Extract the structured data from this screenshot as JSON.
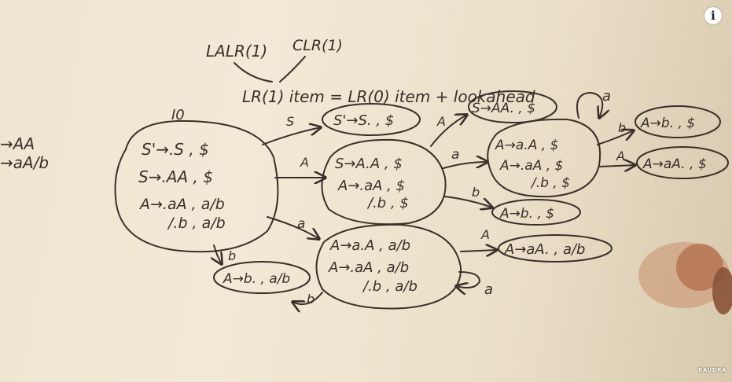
{
  "header": {
    "lalr": "LALR(1)",
    "clr": "CLR(1)",
    "definition": "LR(1) item = LR(0) item + lookahead"
  },
  "grammar": [
    "→AA",
    "→aA/b"
  ],
  "states": {
    "i0": {
      "label": "I0",
      "lines": [
        "S'→.S , $",
        "S→.AA , $",
        "A→.aA , a/b",
        "/.b , a/b"
      ]
    },
    "s_accept": {
      "lines": [
        "S'→S. , $"
      ]
    },
    "s_aa": {
      "lines": [
        "S→A.A , $",
        "A→.aA , $",
        "/.b , $"
      ]
    },
    "s_aaa": {
      "lines": [
        "S→AA. , $"
      ]
    },
    "s_a_dollar": {
      "lines": [
        "A→a.A , $",
        "A→.aA , $",
        "/.b , $"
      ]
    },
    "s_b_dollar_r": {
      "lines": [
        "A→b. , $"
      ]
    },
    "s_aA_dollar": {
      "lines": [
        "A→aA. , $"
      ]
    },
    "s_b_dollar": {
      "lines": [
        "A→b. , $"
      ]
    },
    "s_a_ab": {
      "lines": [
        "A→a.A , a/b",
        "A→.aA , a/b",
        "/.b , a/b"
      ]
    },
    "s_aA_ab": {
      "lines": [
        "A→aA. , a/b"
      ]
    },
    "s_b_ab": {
      "lines": [
        "A→b. , a/b"
      ]
    }
  },
  "transitions": {
    "t_S": "S",
    "t_A_top": "A",
    "t_a_mid": "a",
    "t_b_low": "b",
    "t_A_i3": "A",
    "t_a_i3": "a",
    "t_b_i3": "b",
    "t_a_loop_top": "a",
    "t_b_right": "b",
    "t_A_right": "A",
    "t_A_bottom": "A",
    "t_a_loop_bottom": "a",
    "t_b_loop": "b"
  },
  "ui": {
    "info_icon": "i",
    "watermark": "RAUDRA"
  }
}
